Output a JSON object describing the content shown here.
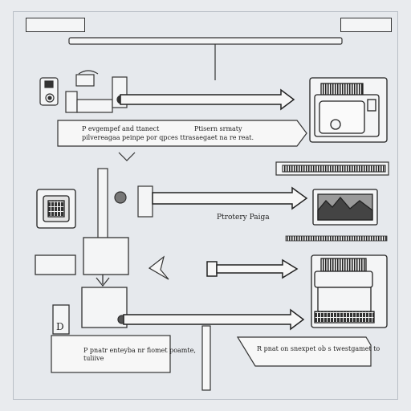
{
  "diagram": {
    "caption_top_line1": "P evgempef and ttanect",
    "caption_top_line2": "pilvereagaa peinpe por qpces ttrasaegaet na re reat.",
    "caption_top_right": "Ptisern srmaty",
    "mid_label": "Ptrotery Paiga",
    "side_letter": "D",
    "caption_bottom_left_line1": "P pnatr enteyba nr fiomet poamte,",
    "caption_bottom_left_line2": "tuliive",
    "caption_bottom_right": "R pnat on snexpet ob s twestgamet to",
    "colors": {
      "background": "#e9ebee",
      "stroke": "#222222",
      "panel": "#f4f5f6"
    }
  }
}
